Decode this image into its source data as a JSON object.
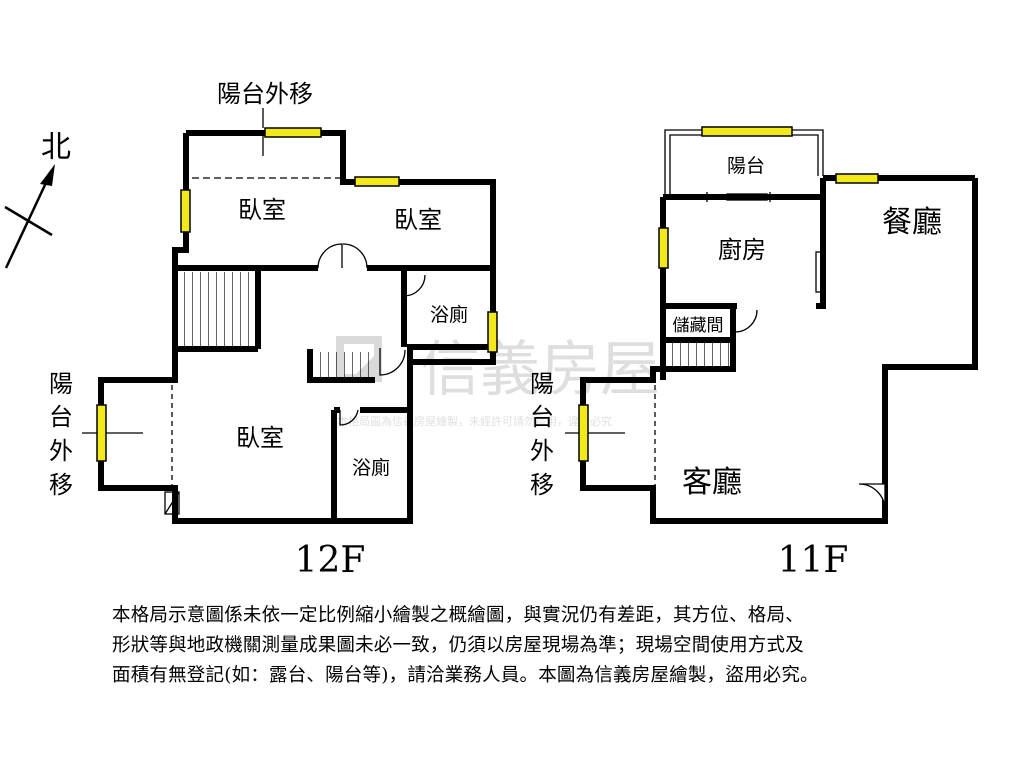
{
  "north_label": "北",
  "floors": [
    {
      "label": "12F",
      "rooms": {
        "balcony_moved_top": "陽台外移",
        "bedroom_left": "臥室",
        "bedroom_right": "臥室",
        "bathroom_upper": "浴廁",
        "balcony_moved_left": [
          "陽",
          "台",
          "外",
          "移"
        ],
        "bedroom_main": "臥室",
        "bathroom_lower": "浴廁"
      }
    },
    {
      "label": "11F",
      "rooms": {
        "balcony": "陽台",
        "kitchen": "廚房",
        "dining": "餐廳",
        "storage": "儲藏間",
        "balcony_moved_left": [
          "陽",
          "台",
          "外",
          "移"
        ],
        "living": "客廳"
      }
    }
  ],
  "watermark": {
    "brand": "信義房屋",
    "note": "本格局圖為信義房屋繪製，未經許可請勿盜用，違者必究"
  },
  "disclaimer_lines": [
    "本格局示意圖係未依一定比例縮小繪製之概繪圖，與實況仍有差距，其方位、格局、",
    "形狀等與地政機關測量成果圖未必一致，仍須以房屋現場為準；現場空間使用方式及",
    "面積有無登記(如：露台、陽台等)，請洽業務人員。本圖為信義房屋繪製，盜用必究。"
  ],
  "colors": {
    "wall": "#000000",
    "window": "#f2e81a",
    "watermark": "#c8c8c8"
  }
}
